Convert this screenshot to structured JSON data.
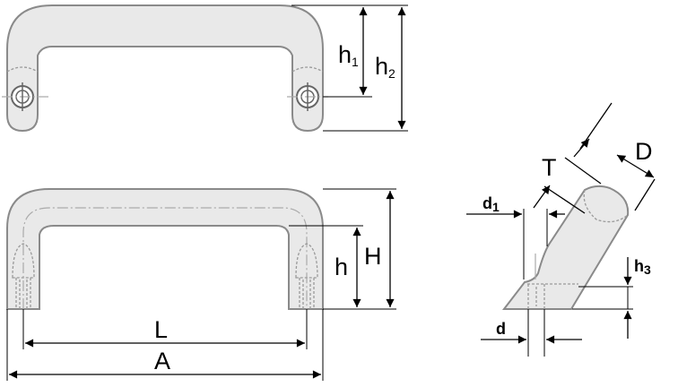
{
  "labels": {
    "h1": {
      "base": "h",
      "sub": "1"
    },
    "h2": {
      "base": "h",
      "sub": "2"
    },
    "H": "H",
    "h": "h",
    "L": "L",
    "A": "A",
    "T": "T",
    "D": "D",
    "d1": {
      "base": "d",
      "sub": "1"
    },
    "d": "d",
    "h3": {
      "base": "h",
      "sub": "3"
    }
  }
}
